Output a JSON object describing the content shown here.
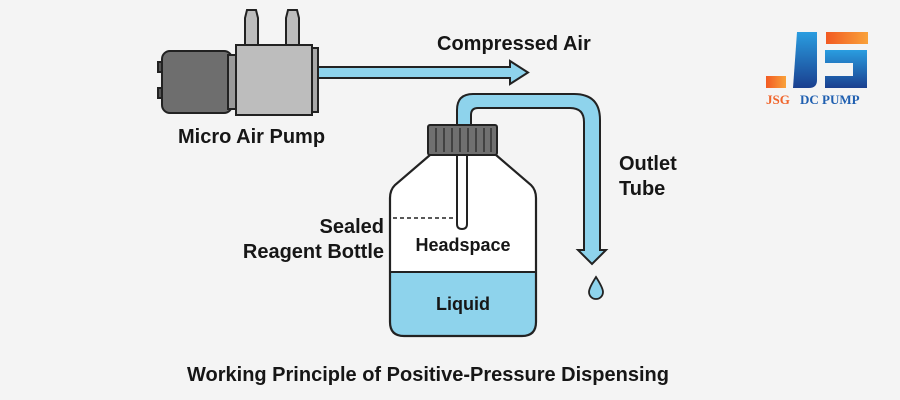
{
  "labels": {
    "pump": "Micro Air Pump",
    "air": "Compressed Air",
    "outlet_line1": "Outlet",
    "outlet_line2": "Tube",
    "bottle_line1": "Sealed",
    "bottle_line2": "Reagent Bottle",
    "headspace": "Headspace",
    "liquid": "Liquid",
    "caption": "Working Principle of Positive-Pressure Dispensing"
  },
  "logo": {
    "brand1": "JSG",
    "brand2": "DC PUMP",
    "orange": "#f0642a",
    "blue": "#1f5fb0"
  },
  "colors": {
    "tube": "#8ed3ec",
    "liquid": "#8ed3ec",
    "pump_motor": "#6e6e6e",
    "pump_head": "#bdbdbd",
    "cap": "#707070"
  }
}
